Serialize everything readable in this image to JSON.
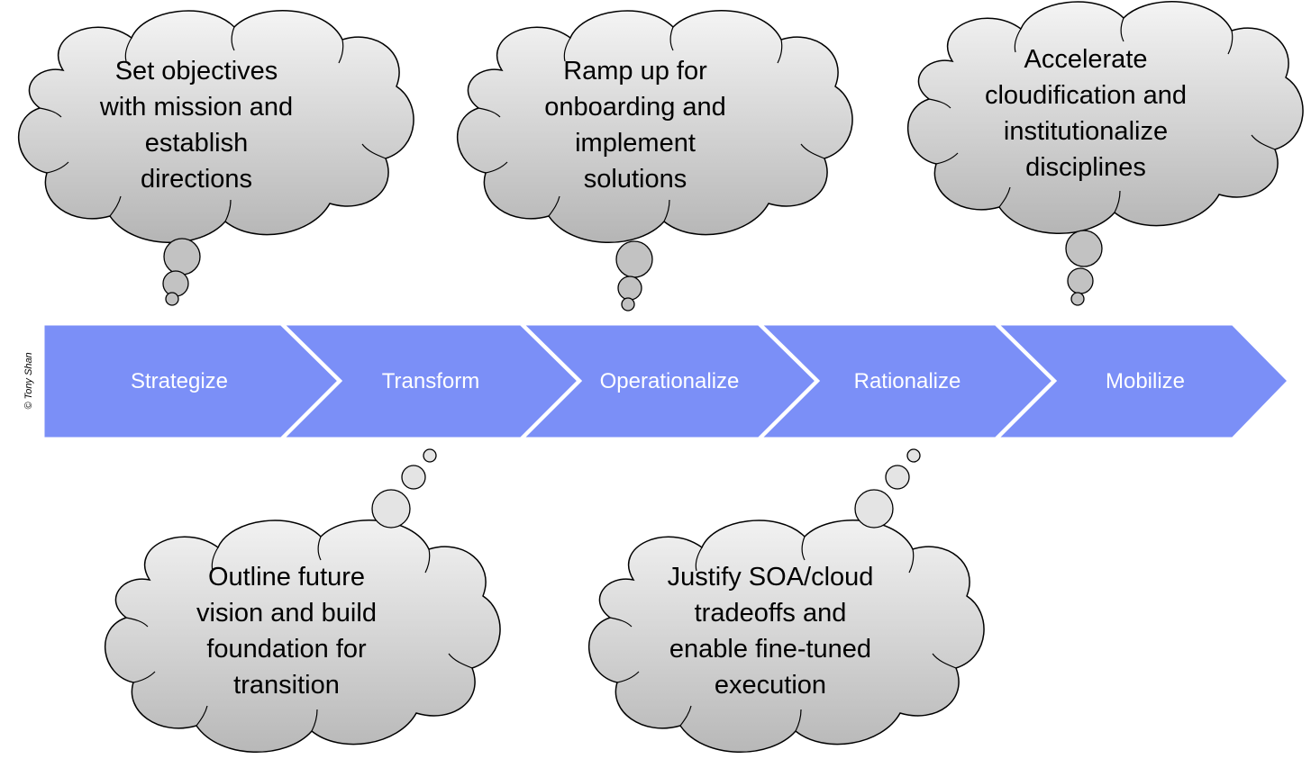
{
  "stages": [
    {
      "label": "Strategize"
    },
    {
      "label": "Transform"
    },
    {
      "label": "Operationalize"
    },
    {
      "label": "Rationalize"
    },
    {
      "label": "Mobilize"
    }
  ],
  "thoughts": [
    {
      "stage": "Strategize",
      "position": "above",
      "lines": [
        "Set objectives",
        "with mission and",
        "establish",
        "directions"
      ]
    },
    {
      "stage": "Transform",
      "position": "below",
      "lines": [
        "Outline future",
        "vision and build",
        "foundation for",
        "transition"
      ]
    },
    {
      "stage": "Operationalize",
      "position": "above",
      "lines": [
        "Ramp up for",
        "onboarding and",
        "implement",
        "solutions"
      ]
    },
    {
      "stage": "Rationalize",
      "position": "below",
      "lines": [
        "Justify SOA/cloud",
        "tradeoffs and",
        "enable fine-tuned",
        "execution"
      ]
    },
    {
      "stage": "Mobilize",
      "position": "above",
      "lines": [
        "Accelerate",
        "cloudification and",
        "institutionalize",
        "disciplines"
      ]
    }
  ],
  "copyright": "© Tony Shan",
  "colors": {
    "chevron_fill": "#7b8ff7",
    "chevron_separator": "#ffffff",
    "cloud_stroke": "#000000",
    "cloud_gradient_top": "#f2f2f2",
    "cloud_gradient_bottom": "#b8b8b8",
    "label_text": "#ffffff",
    "cloud_text": "#000000"
  }
}
